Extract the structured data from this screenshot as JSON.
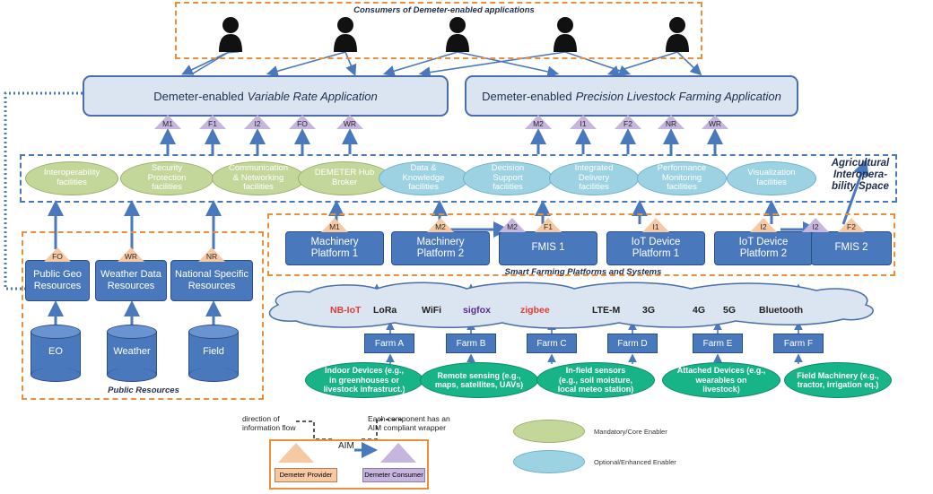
{
  "consumers": {
    "title": "Consumers of Demeter-enabled applications",
    "count": 5
  },
  "apps": {
    "vra_prefix": "Demeter-enabled",
    "vra_name": "Variable Rate Application",
    "plf_prefix": "Demeter-enabled",
    "plf_name": "Precision Livestock Farming Application"
  },
  "app_triangles": {
    "vra": [
      "M1",
      "F1",
      "I2",
      "FO",
      "WR"
    ],
    "plf": [
      "M2",
      "I1",
      "F2",
      "NR",
      "WR"
    ]
  },
  "interop_space": {
    "label_line1": "Agricultural",
    "label_line2": "Interopera-",
    "label_line3": "bility Space",
    "core": [
      {
        "l1": "Interoperability",
        "l2": "facilities"
      },
      {
        "l1": "Security",
        "l2": "Protection",
        "l3": "facilities"
      },
      {
        "l1": "Communication",
        "l2": "& Networking",
        "l3": "facilities"
      },
      {
        "l1": "DEMETER Hub",
        "l2": "Broker"
      }
    ],
    "optional": [
      {
        "l1": "Data &",
        "l2": "Knowledge",
        "l3": "facilities"
      },
      {
        "l1": "Decision",
        "l2": "Support",
        "l3": "facilities"
      },
      {
        "l1": "Integrated",
        "l2": "Delivery",
        "l3": "facilities"
      },
      {
        "l1": "Performance",
        "l2": "Monitoring",
        "l3": "facilities"
      },
      {
        "l1": "Visualization",
        "l2": "facilities"
      }
    ]
  },
  "platforms": {
    "title": "Smart Farming Platforms and Systems",
    "items": [
      {
        "l1": "Machinery",
        "l2": "Platform 1",
        "tri": "M1"
      },
      {
        "l1": "Machinery",
        "l2": "Platform 2",
        "tri": "M2"
      },
      {
        "l1": "FMIS 1",
        "l2": "",
        "tri": "F1",
        "tri_in": "M2"
      },
      {
        "l1": "IoT Device",
        "l2": "Platform 1",
        "tri": "I1"
      },
      {
        "l1": "IoT Device",
        "l2": "Platform 2",
        "tri": "I2"
      },
      {
        "l1": "FMIS 2",
        "l2": "",
        "tri": "F2",
        "tri_in": "I2"
      }
    ]
  },
  "public_resources": {
    "title": "Public Resources",
    "boxes": [
      {
        "l1": "Public Geo",
        "l2": "Resources",
        "tri": "FO"
      },
      {
        "l1": "Weather Data",
        "l2": "Resources",
        "tri": "WR"
      },
      {
        "l1": "National Specific",
        "l2": "Resources",
        "tri": "NR"
      }
    ],
    "dbs": [
      "EO",
      "Weather",
      "Field"
    ]
  },
  "network_tech": [
    "NB-IoT",
    "LoRa",
    "WiFi",
    "sigfox",
    "zigbee",
    "LTE-M",
    "3G",
    "4G",
    "5G",
    "Bluetooth"
  ],
  "farms": [
    "Farm A",
    "Farm B",
    "Farm C",
    "Farm D",
    "Farm E",
    "Farm F"
  ],
  "devices": [
    {
      "l1": "Indoor Devices (e.g.,",
      "l2": "in greenhouses or",
      "l3": "livestock infrastruct.)"
    },
    {
      "l1": "Remote sensing (e.g.,",
      "l2": "maps, satellites, UAVs)"
    },
    {
      "l1": "In-field sensors",
      "l2": "(e.g., soil moisture,",
      "l3": "local meteo station)"
    },
    {
      "l1": "Attached Devices (e.g.,",
      "l2": "wearables on",
      "l3": "livestock)"
    },
    {
      "l1": "Field Machinery (e.g.,",
      "l2": "tractor, irrigation eq.)"
    }
  ],
  "legend": {
    "direction_l1": "direction of",
    "direction_l2": "information flow",
    "wrapper_l1": "Each component has an",
    "wrapper_l2": "AIM compliant wrapper",
    "aim": "AIM",
    "provider": "Demeter Provider",
    "consumer": "Demeter Consumer",
    "core_enabler": "Mandatory/Core Enabler",
    "optional_enabler": "Optional/Enhanced Enabler"
  },
  "colors": {
    "blue": "#4a78bd",
    "app_fill": "#dbe5f1",
    "core_green": "#c4d79b",
    "optional_cyan": "#9dd2e3",
    "device_teal": "#16b487",
    "dash_orange": "#e8913a",
    "tri_provider": "#f7c9a3",
    "tri_consumer": "#c6b5dc"
  }
}
